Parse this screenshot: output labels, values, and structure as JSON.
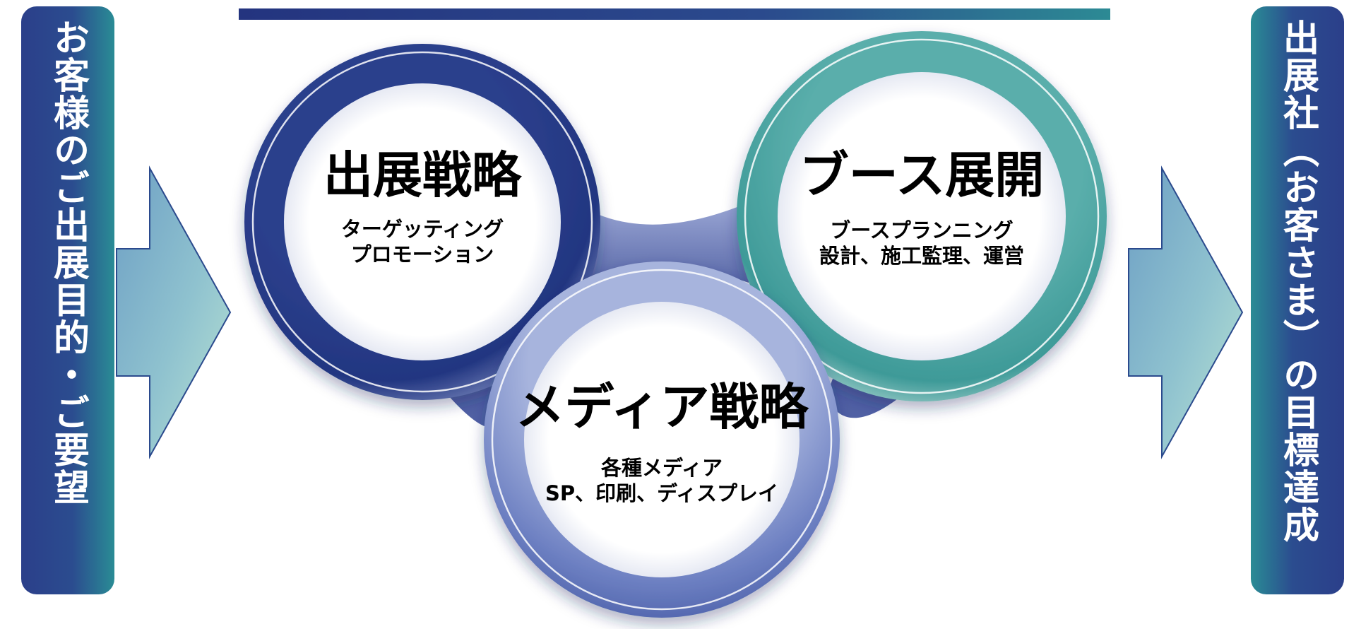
{
  "left_panel": {
    "text": "お客様のご出展目的・ご要望"
  },
  "right_panel": {
    "text": "出展社（お客さま）の目標達成"
  },
  "circles": {
    "strategy": {
      "title": "出展戦略",
      "sub1": "ターゲッティング",
      "sub2": "プロモーション"
    },
    "booth": {
      "title": "ブース展開",
      "sub1": "ブースプランニング",
      "sub2": "設計、施工監理、運営"
    },
    "media": {
      "title": "メディア戦略",
      "sub1": "各種メディア",
      "sub2": "SP、印刷、ディスプレイ"
    }
  },
  "colors": {
    "navy": "#223681",
    "teal": "#3e9a98",
    "periwinkle": "#6d80c2",
    "arrow_light": "#a8dcd0",
    "arrow_mid": "#6d9fc4"
  }
}
